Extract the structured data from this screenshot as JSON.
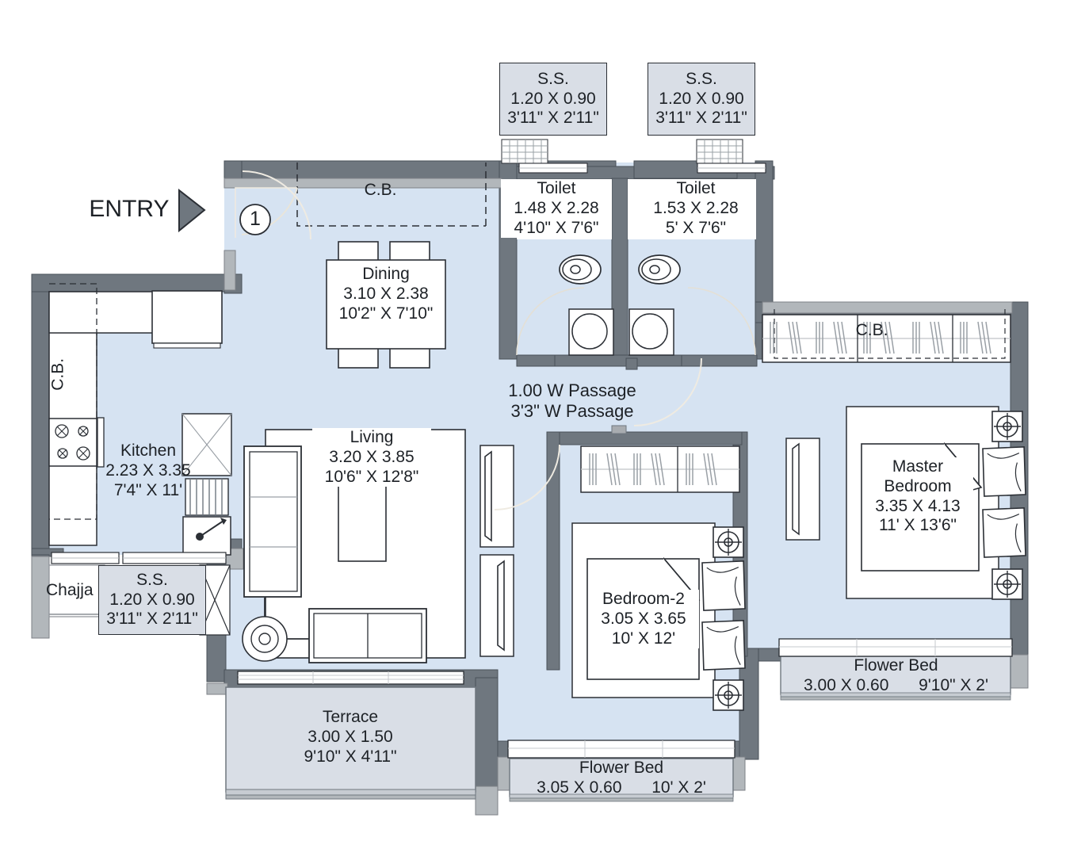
{
  "plan": {
    "title": "Residential Unit Floor Plan",
    "entry": {
      "label": "ENTRY",
      "marker": "1"
    },
    "colors": {
      "floor": "#d6e3f2",
      "wall_dark": "#6f777f",
      "wall_light": "#b2b7bb",
      "wall_mid": "#a8acb0",
      "label_fill": "#d9dee6",
      "outline": "#2b2f35",
      "text": "#1d2126",
      "white": "#ffffff"
    },
    "passage": {
      "metric": "1.00 W Passage",
      "imperial": "3'3\" W Passage"
    },
    "cupboard_labels": [
      {
        "name": "cb-dining",
        "text": "C.B."
      },
      {
        "name": "cb-kitchen",
        "text": "C.B."
      },
      {
        "name": "cb-master",
        "text": "C.B."
      }
    ],
    "rooms": [
      {
        "name": "dining",
        "label": "Dining",
        "metric": "3.10 X 2.38",
        "imperial": "10'2\" X 7'10\""
      },
      {
        "name": "toilet-1",
        "label": "Toilet",
        "metric": "1.48 X 2.28",
        "imperial": "4'10\" X 7'6\""
      },
      {
        "name": "toilet-2",
        "label": "Toilet",
        "metric": "1.53 X 2.28",
        "imperial": "5' X 7'6\""
      },
      {
        "name": "kitchen",
        "label": "Kitchen",
        "metric": "2.23 X 3.35",
        "imperial": "7'4\" X 11'"
      },
      {
        "name": "living",
        "label": "Living",
        "metric": "3.20 X 3.85",
        "imperial": "10'6\" X 12'8\""
      },
      {
        "name": "bedroom-2",
        "label": "Bedroom-2",
        "metric": "3.05 X 3.65",
        "imperial": "10' X 12'"
      },
      {
        "name": "master-bedroom",
        "label": "Master",
        "label2": "Bedroom",
        "metric": "3.35 X 4.13",
        "imperial": "11' X 13'6\""
      },
      {
        "name": "terrace",
        "label": "Terrace",
        "metric": "3.00 X 1.50",
        "imperial": "9'10\" X 4'11\""
      }
    ],
    "service_slabs": [
      {
        "name": "ss-top-left",
        "label": "S.S.",
        "metric": "1.20 X 0.90",
        "imperial": "3'11\" X 2'11\""
      },
      {
        "name": "ss-top-right",
        "label": "S.S.",
        "metric": "1.20 X 0.90",
        "imperial": "3'11\" X 2'11\""
      },
      {
        "name": "ss-kitchen",
        "label": "S.S.",
        "metric": "1.20 X 0.90",
        "imperial": "3'11\" X 2'11\""
      }
    ],
    "flower_beds": [
      {
        "name": "flower-bed-bottom",
        "label": "Flower Bed",
        "metric": "3.05 X 0.60",
        "imperial": "10' X 2'"
      },
      {
        "name": "flower-bed-right",
        "label": "Flower Bed",
        "metric": "3.00 X 0.60",
        "imperial": "9'10\" X 2'"
      }
    ],
    "chajja": {
      "label": "Chajja"
    }
  }
}
